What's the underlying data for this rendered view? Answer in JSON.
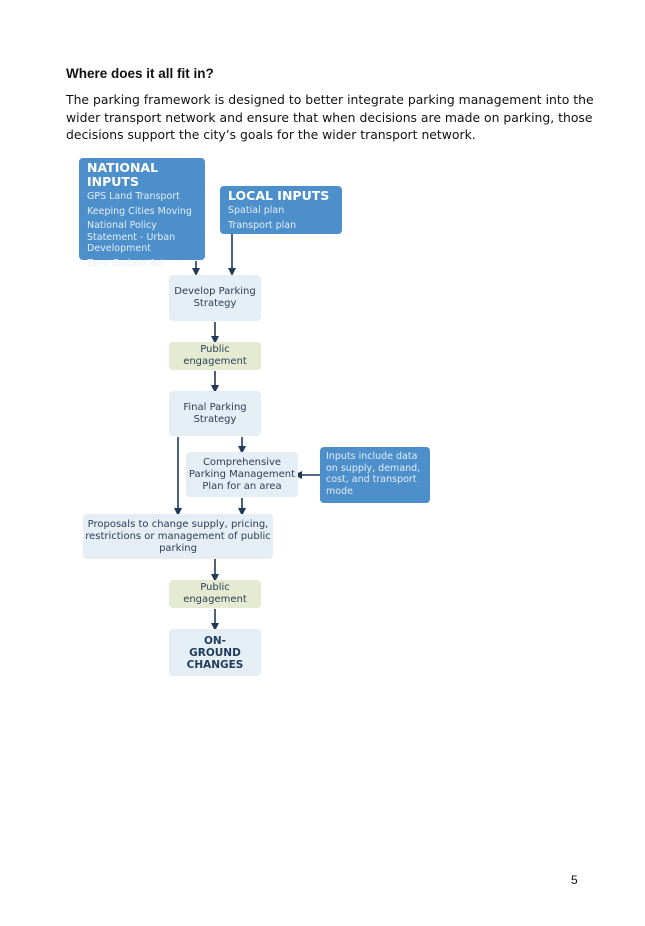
{
  "heading": "Where does it all fit in?",
  "paragraph": "The parking framework is designed to better integrate parking management into the wider transport network and ensure that when decisions are made on parking, those decisions support the city’s goals for the wider transport network.",
  "diagram": {
    "national_inputs": {
      "title": "NATIONAL INPUTS",
      "items": [
        "GPS Land Transport",
        "Keeping Cities Moving",
        "National Policy Statement - Urban Development",
        "Zero Carbon Act"
      ]
    },
    "local_inputs": {
      "title": "LOCAL INPUTS",
      "items": [
        "Spatial plan",
        "Transport plan"
      ]
    },
    "develop_strategy": "Develop Parking Strategy",
    "public_engagement_1": "Public engagement",
    "final_strategy": "Final Parking Strategy",
    "comprehensive_plan": "Comprehensive Parking Management Plan for an area",
    "inputs_note": "Inputs include data on supply, demand, cost, and transport mode",
    "proposals": "Proposals to change supply, pricing, restrictions or management of public parking",
    "public_engagement_2": "Public engagement",
    "on_ground": "ON-GROUND CHANGES"
  },
  "page_number": "5"
}
